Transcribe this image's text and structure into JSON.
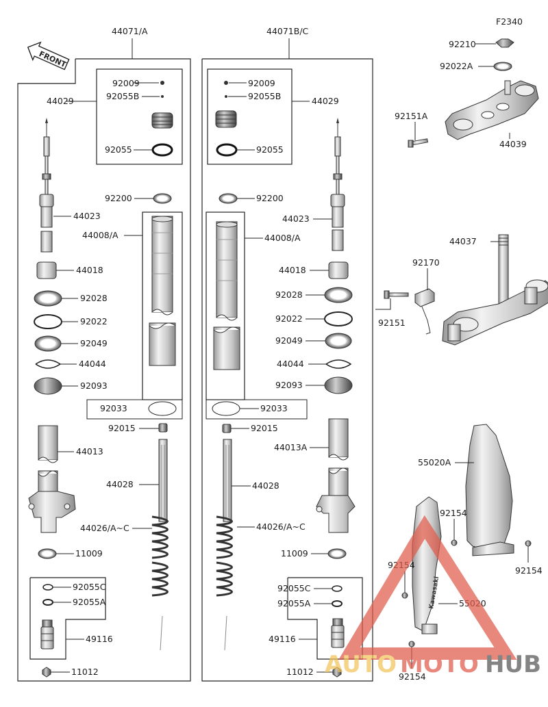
{
  "diagram": {
    "code": "F2340",
    "front_label": "FRONT",
    "watermark": {
      "auto": "AUTO",
      "moto": "MOTO",
      "hub": "HUB"
    },
    "decal_text": "Kawasaki",
    "left_leg": {
      "assembly": "44071/A",
      "labels": [
        "92009",
        "92055B",
        "44029",
        "92055",
        "92200",
        "44023",
        "44008/A",
        "44018",
        "92028",
        "92022",
        "92049",
        "44044",
        "92093",
        "92033",
        "92015",
        "44013",
        "44028",
        "44026/A~C",
        "11009",
        "92055C",
        "92055A",
        "49116",
        "11012"
      ]
    },
    "right_leg": {
      "assembly": "44071B/C",
      "labels": [
        "92009",
        "92055B",
        "44029",
        "92055",
        "92200",
        "44023",
        "44008/A",
        "44018",
        "92028",
        "92022",
        "92049",
        "44044",
        "92093",
        "92033",
        "92015",
        "44013A",
        "44028",
        "44026/A~C",
        "11009",
        "92055C",
        "92055A",
        "49116",
        "11012"
      ]
    },
    "clamps": {
      "labels": [
        "92210",
        "92022A",
        "92151A",
        "44039",
        "44037",
        "92170",
        "92151"
      ]
    },
    "guards": {
      "labels": [
        "55020A",
        "92154",
        "92154",
        "92154",
        "55020",
        "92154"
      ]
    }
  }
}
